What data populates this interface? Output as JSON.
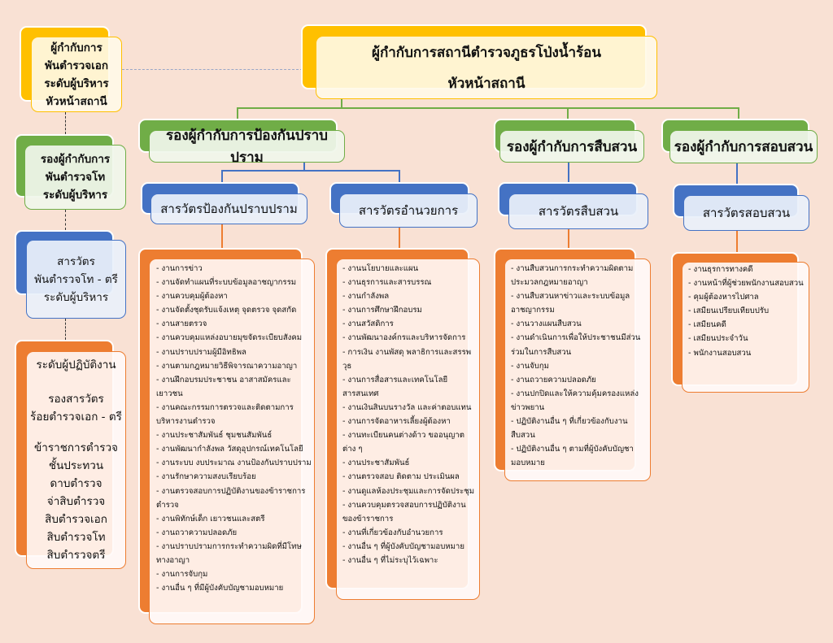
{
  "colors": {
    "background": "#f9e1d4",
    "yellow": "#ffc000",
    "green": "#70ad47",
    "blue": "#4472c4",
    "orange": "#ed7d31"
  },
  "head": {
    "line1": "ผู้กำกับการสถานีตำรวจภูธรโป่งน้ำร้อน",
    "line2": "หัวหน้าสถานี"
  },
  "deputies": [
    {
      "label": "รองผู้กำกับการป้องกันปราบปราม"
    },
    {
      "label": "รองผู้กำกับการสืบสวน"
    },
    {
      "label": "รองผู้กำกับการสอบสวน"
    }
  ],
  "inspectors": [
    {
      "label": "สารวัตรป้องกันปราบปราม"
    },
    {
      "label": "สารวัตรอำนวยการ"
    },
    {
      "label": "สารวัตรสืบสวน"
    },
    {
      "label": "สารวัตรสอบสวน"
    }
  ],
  "duties": [
    [
      "- งานการข่าว",
      "- งานจัดทำแผนที่ระบบข้อมูลอาชญากรรม",
      "- งานควบคุมผู้ต้องหา",
      "- งานจัดตั้งชุดรับแจ้งเหตุ จุดตรวจ จุดสกัด",
      "- งานสายตรวจ",
      "- งานควบคุมแหล่งอบายมุขจัดระเบียบสังคม",
      "- งานปราบปรามผู้มีอิทธิพล",
      "- งานตามกฎหมายวิธีพิจารณาความอาญา",
      "- งานฝึกอบรมประชาชน อาสาสมัครและเยาวชน",
      "- งานคณะกรรมการตรวจและติดตามการบริหารงานตำรวจ",
      "- งานประชาสัมพันธ์ ชุมชนสัมพันธ์",
      "- งานพัฒนากำลังพล วัสดุอุปกรณ์เทคโนโลยี",
      "- งานระบบ งบประมาณ งานป้องกันปราบปราม",
      "- งานรักษาความสงบเรียบร้อย",
      "- งานตรวจสอบการปฏิบัติงานของข้าราชการตำรวจ",
      "- งานพิทักษ์เด็ก เยาวชนและสตรี",
      "- งานถวาความปลอดภัย",
      "- งานปราบปรามการกระทำความผิดที่มีโทษทางอาญา",
      "- งานการจับกุม",
      "- งานอื่น ๆ ที่มีผู้บังคับบัญชามอบหมาย"
    ],
    [
      "- งานนโยบายและแผน",
      "- งานธุรการและสารบรรณ",
      "- งานกำลังพล",
      "- งานการศึกษาฝึกอบรม",
      "- งานสวัสดิการ",
      "- งานพัฒนาองค์กรและบริหารจัดการ",
      "- การเงิน งานพัสดุ พลาธิการและสรรพวุธ",
      "- งานการสื่อสารและเทคโนโลยีสารสนเทศ",
      "- งานเงินสินบนรางวัล และค่าตอบแทน",
      "- งานการจัดอาหารเลี้ยงผู้ต้องหา",
      "- งานทะเบียนคนต่างด้าว ขออนุญาตต่าง ๆ",
      "- งานประชาสัมพันธ์",
      "- งานตรวจสอบ ติดตาม ประเมินผล",
      "- งานดูแลห้องประชุมและการจัดประชุม",
      "- งานควบคุมตรวจสอบการปฏิบัติงานของข้าราชการ",
      "- งานที่เกี่ยวข้องกับอำนวยการ",
      "- งานอื่น ๆ ที่ผู้บังคับบัญชามอบหมาย",
      "- งานอื่น ๆ ที่ไม่ระบุไว้เฉพาะ"
    ],
    [
      "- งานสืบสวนการกระทำความผิดตามประมวลกฎหมายอาญา",
      "- งานสืบสวนหาข่าวและระบบข้อมูลอาชญากรรม",
      "- งานวางแผนสืบสวน",
      "- งานดำเนินการเพื่อให้ประชาชนมีส่วนร่วมในการสืบสวน",
      "- งานจับกุม",
      "- งานถวายความปลอดภัย",
      "- งานปกปิดและให้ความคุ้มครองแหล่งข่าวพยาน",
      "- ปฏิบัติงานอื่น ๆ ที่เกี่ยวข้องกับงานสืบสวน",
      "- ปฏิบัติงานอื่น ๆ ตามที่ผู้บังคับบัญชามอบหมาย"
    ],
    [
      "- งานธุรการทางคดี",
      "- งานหน้าที่ผู้ช่วยพนักงานสอบสวน",
      "- คุมผู้ต้องหารไปศาล",
      "- เสมียนเปรียบเทียบปรับ",
      "- เสมียนคดี",
      "- เสมียนประจำวัน",
      "- พนักงานสอบสวน"
    ]
  ],
  "legend": {
    "level1": [
      "ผู้กำกับการ",
      "พันตำรวจเอก",
      "ระดับผู้บริหาร",
      "หัวหน้าสถานี"
    ],
    "level2": [
      "รองผู้กำกับการ",
      "พันตำรวจโท",
      "ระดับผู้บริหาร"
    ],
    "level3": [
      "สารวัตร",
      "พันตำรวจโท - ตรี",
      "ระดับผู้บริหาร"
    ],
    "level4": {
      "title": "ระดับผู้ปฏิบัติงาน",
      "group1": [
        "รองสารวัตร",
        "ร้อยตำรวจเอก - ตรี"
      ],
      "group2": [
        "ข้าราชการตำรวจ",
        "ชั้นประทวน",
        "ดาบตำรวจ",
        "จ่าสิบตำรวจ",
        "สิบตำรวจเอก",
        "สิบตำรวจโท",
        "สิบตำรวจตรี"
      ]
    }
  }
}
